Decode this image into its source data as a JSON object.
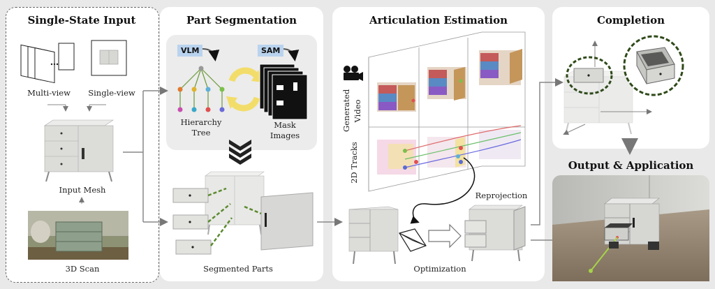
{
  "panels": {
    "input": {
      "title": "Single-State Input",
      "multi_view": "Multi-view",
      "single_view": "Single-view",
      "input_mesh": "Input Mesh",
      "scan": "3D Scan"
    },
    "segmentation": {
      "title": "Part Segmentation",
      "vlm": "VLM",
      "sam": "SAM",
      "tree_line1": "Hierarchy",
      "tree_line2": "Tree",
      "mask_line1": "Mask",
      "mask_line2": "Images",
      "parts": "Segmented Parts"
    },
    "articulation": {
      "title": "Articulation Estimation",
      "video_line1": "Generated",
      "video_line2": "Video",
      "tracks": "2D Tracks",
      "reprojection": "Reprojection",
      "optimization": "Optimization"
    },
    "completion": {
      "title": "Completion"
    },
    "output": {
      "title": "Output & Application"
    }
  },
  "colors": {
    "tree_green": "#6a9a3a",
    "loop_yellow": "#f3dd6a",
    "arrow_gray": "#777777",
    "tag_blue": "#b9d3ee"
  }
}
